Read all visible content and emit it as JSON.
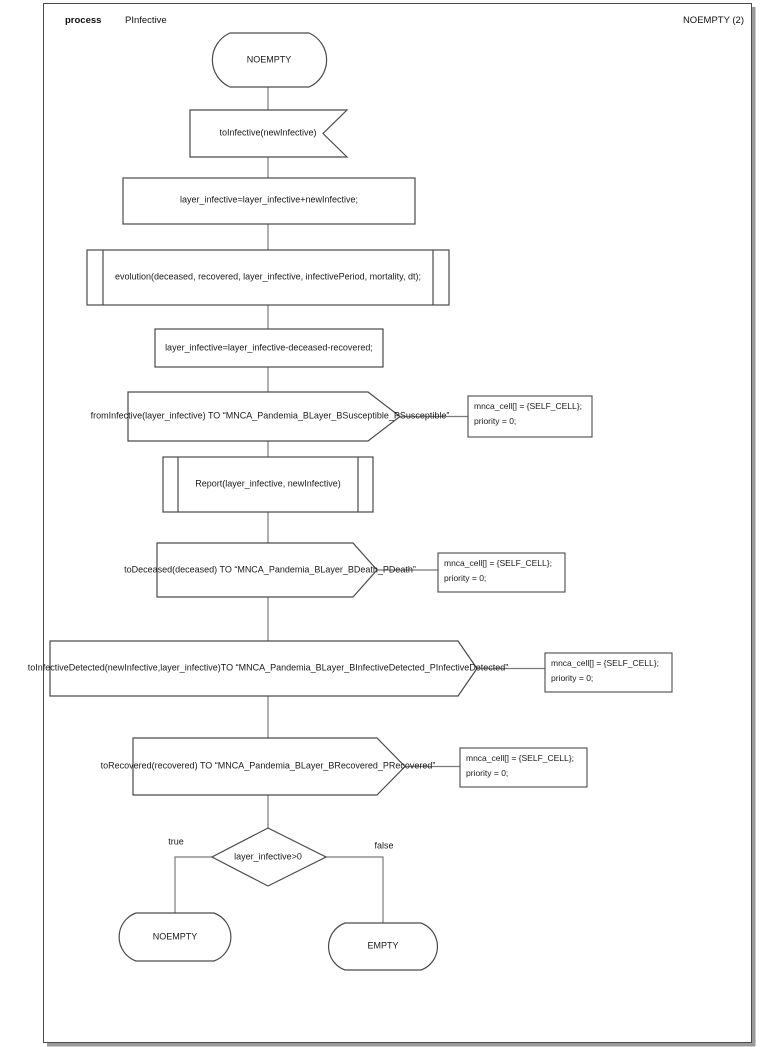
{
  "header": {
    "kind": "process",
    "process_name": "PInfective",
    "page_ref": "NOEMPTY (2)"
  },
  "diagram": {
    "start_state": "NOEMPTY",
    "input_signal": "toInfective(newInfective)",
    "task_add": "layer_infective=layer_infective+newInfective;",
    "proc_evolution": "evolution(deceased, recovered, layer_infective, infectivePeriod, mortality, dt);",
    "task_subtract": "layer_infective=layer_infective-deceased-recovered;",
    "output_from_infective": "fromInfective(layer_infective) TO “MNCA_Pandemia_BLayer_BSusceptible_PSusceptible”",
    "proc_report": "Report(layer_infective, newInfective)",
    "output_to_deceased": "toDeceased(deceased) TO “MNCA_Pandemia_BLayer_BDeath_PDeath”",
    "output_to_infective_detected": "toInfectiveDetected(newInfective,layer_infective)TO “MNCA_Pandemia_BLayer_BInfectiveDetected_PInfectiveDetected”",
    "output_to_recovered": "toRecovered(recovered) TO “MNCA_Pandemia_BLayer_BRecovered_PRecovered”",
    "decision": "layer_infective>0",
    "branch_true": "true",
    "branch_false": "false",
    "next_state_noempty": "NOEMPTY",
    "next_state_empty": "EMPTY",
    "comments": [
      {
        "line1": "mnca_cell[] = {SELF_CELL};",
        "line2": "priority = 0;"
      },
      {
        "line1": "mnca_cell[] = {SELF_CELL};",
        "line2": "priority = 0;"
      },
      {
        "line1": "mnca_cell[] = {SELF_CELL};",
        "line2": "priority = 0;"
      },
      {
        "line1": "mnca_cell[] = {SELF_CELL};",
        "line2": "priority = 0;"
      }
    ]
  },
  "colors": {
    "shape_stroke": "#4a4a4a",
    "connector": "#7a7a7a",
    "page_shadow": "#9a9a9a",
    "text": "#1a1a1a"
  }
}
